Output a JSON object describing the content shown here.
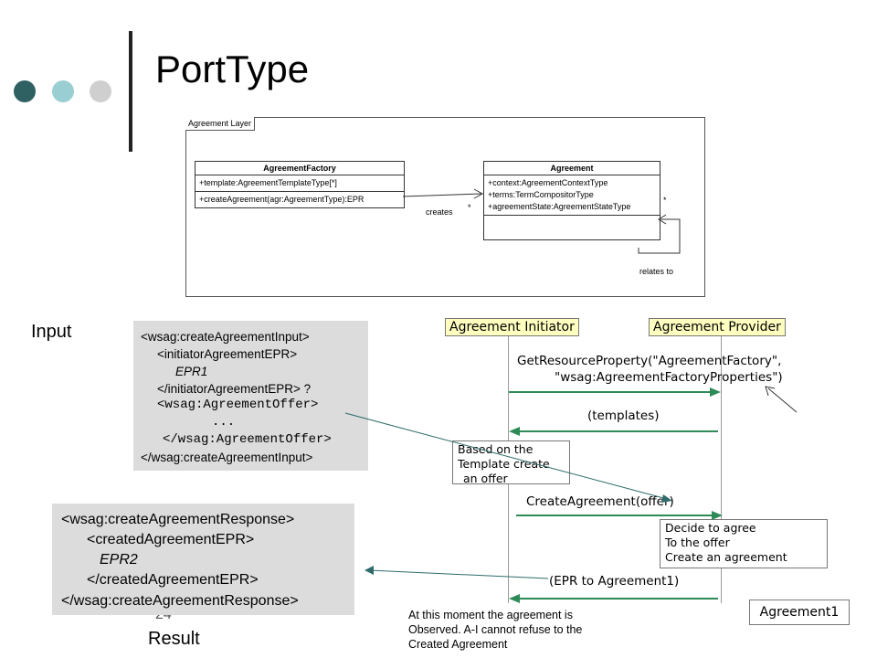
{
  "slide": {
    "title": "PortType",
    "page_number": "24",
    "input_label": "Input",
    "result_label": "Result"
  },
  "uml": {
    "frame_label": "Agreement Layer",
    "factory": {
      "name": "AgreementFactory",
      "attributes": [
        "+template:AgreementTemplateType[*]"
      ],
      "operations": [
        "+createAgreement(agr:AgreementType):EPR"
      ]
    },
    "agreement": {
      "name": "Agreement",
      "attributes": [
        "+context:AgreementContextType",
        "+terms:TermCompositorType",
        "+agreementState:AgreementStateType"
      ]
    },
    "creates_label": "creates",
    "creates_mult": "*",
    "relates_mult": "*",
    "relates_label": "relates to"
  },
  "input_code": {
    "l1": "<wsag:createAgreementInput>",
    "l2": "<initiatorAgreementEPR>",
    "l3": "EPR1",
    "l4": "</initiatorAgreementEPR> ?",
    "l5": "<wsag:AgreementOffer>",
    "l6": "...",
    "l7": "</wsag:AgreementOffer>",
    "l8": "</wsag:createAgreementInput>"
  },
  "result_code": {
    "l1": "<wsag:createAgreementResponse>",
    "l2": "<createdAgreementEPR>",
    "l3": "EPR2",
    "l4": "</createdAgreementEPR>",
    "l5": "</wsag:createAgreementResponse>"
  },
  "sequence": {
    "initiator": "Agreement Initiator",
    "provider": "Agreement Provider",
    "msg1_line1": "GetResourceProperty(\"AgreementFactory\",",
    "msg1_line2": "\"wsag:AgreementFactoryProperties\")",
    "msg2": "(templates)",
    "note1_l1": "Based on the",
    "note1_l2": "Template create",
    "note1_l3": "an offer",
    "msg3": "CreateAgreement(offer)",
    "note2_l1": "Decide to agree",
    "note2_l2": "To the offer",
    "note2_l3": "Create an agreement",
    "msg4": "(EPR to Agreement1)",
    "footnote_l1": "At this moment the agreement is",
    "footnote_l2": "Observed. A-I cannot refuse to the",
    "footnote_l3": "Created Agreement",
    "agreement1": "Agreement1"
  },
  "colors": {
    "dot1": "#2f6062",
    "dot2": "#99cfd2",
    "dot3": "#cfcfcf",
    "arrow": "#2e8b57",
    "code_bg": "#dcdcdc",
    "actor_bg": "#ffffc0"
  }
}
